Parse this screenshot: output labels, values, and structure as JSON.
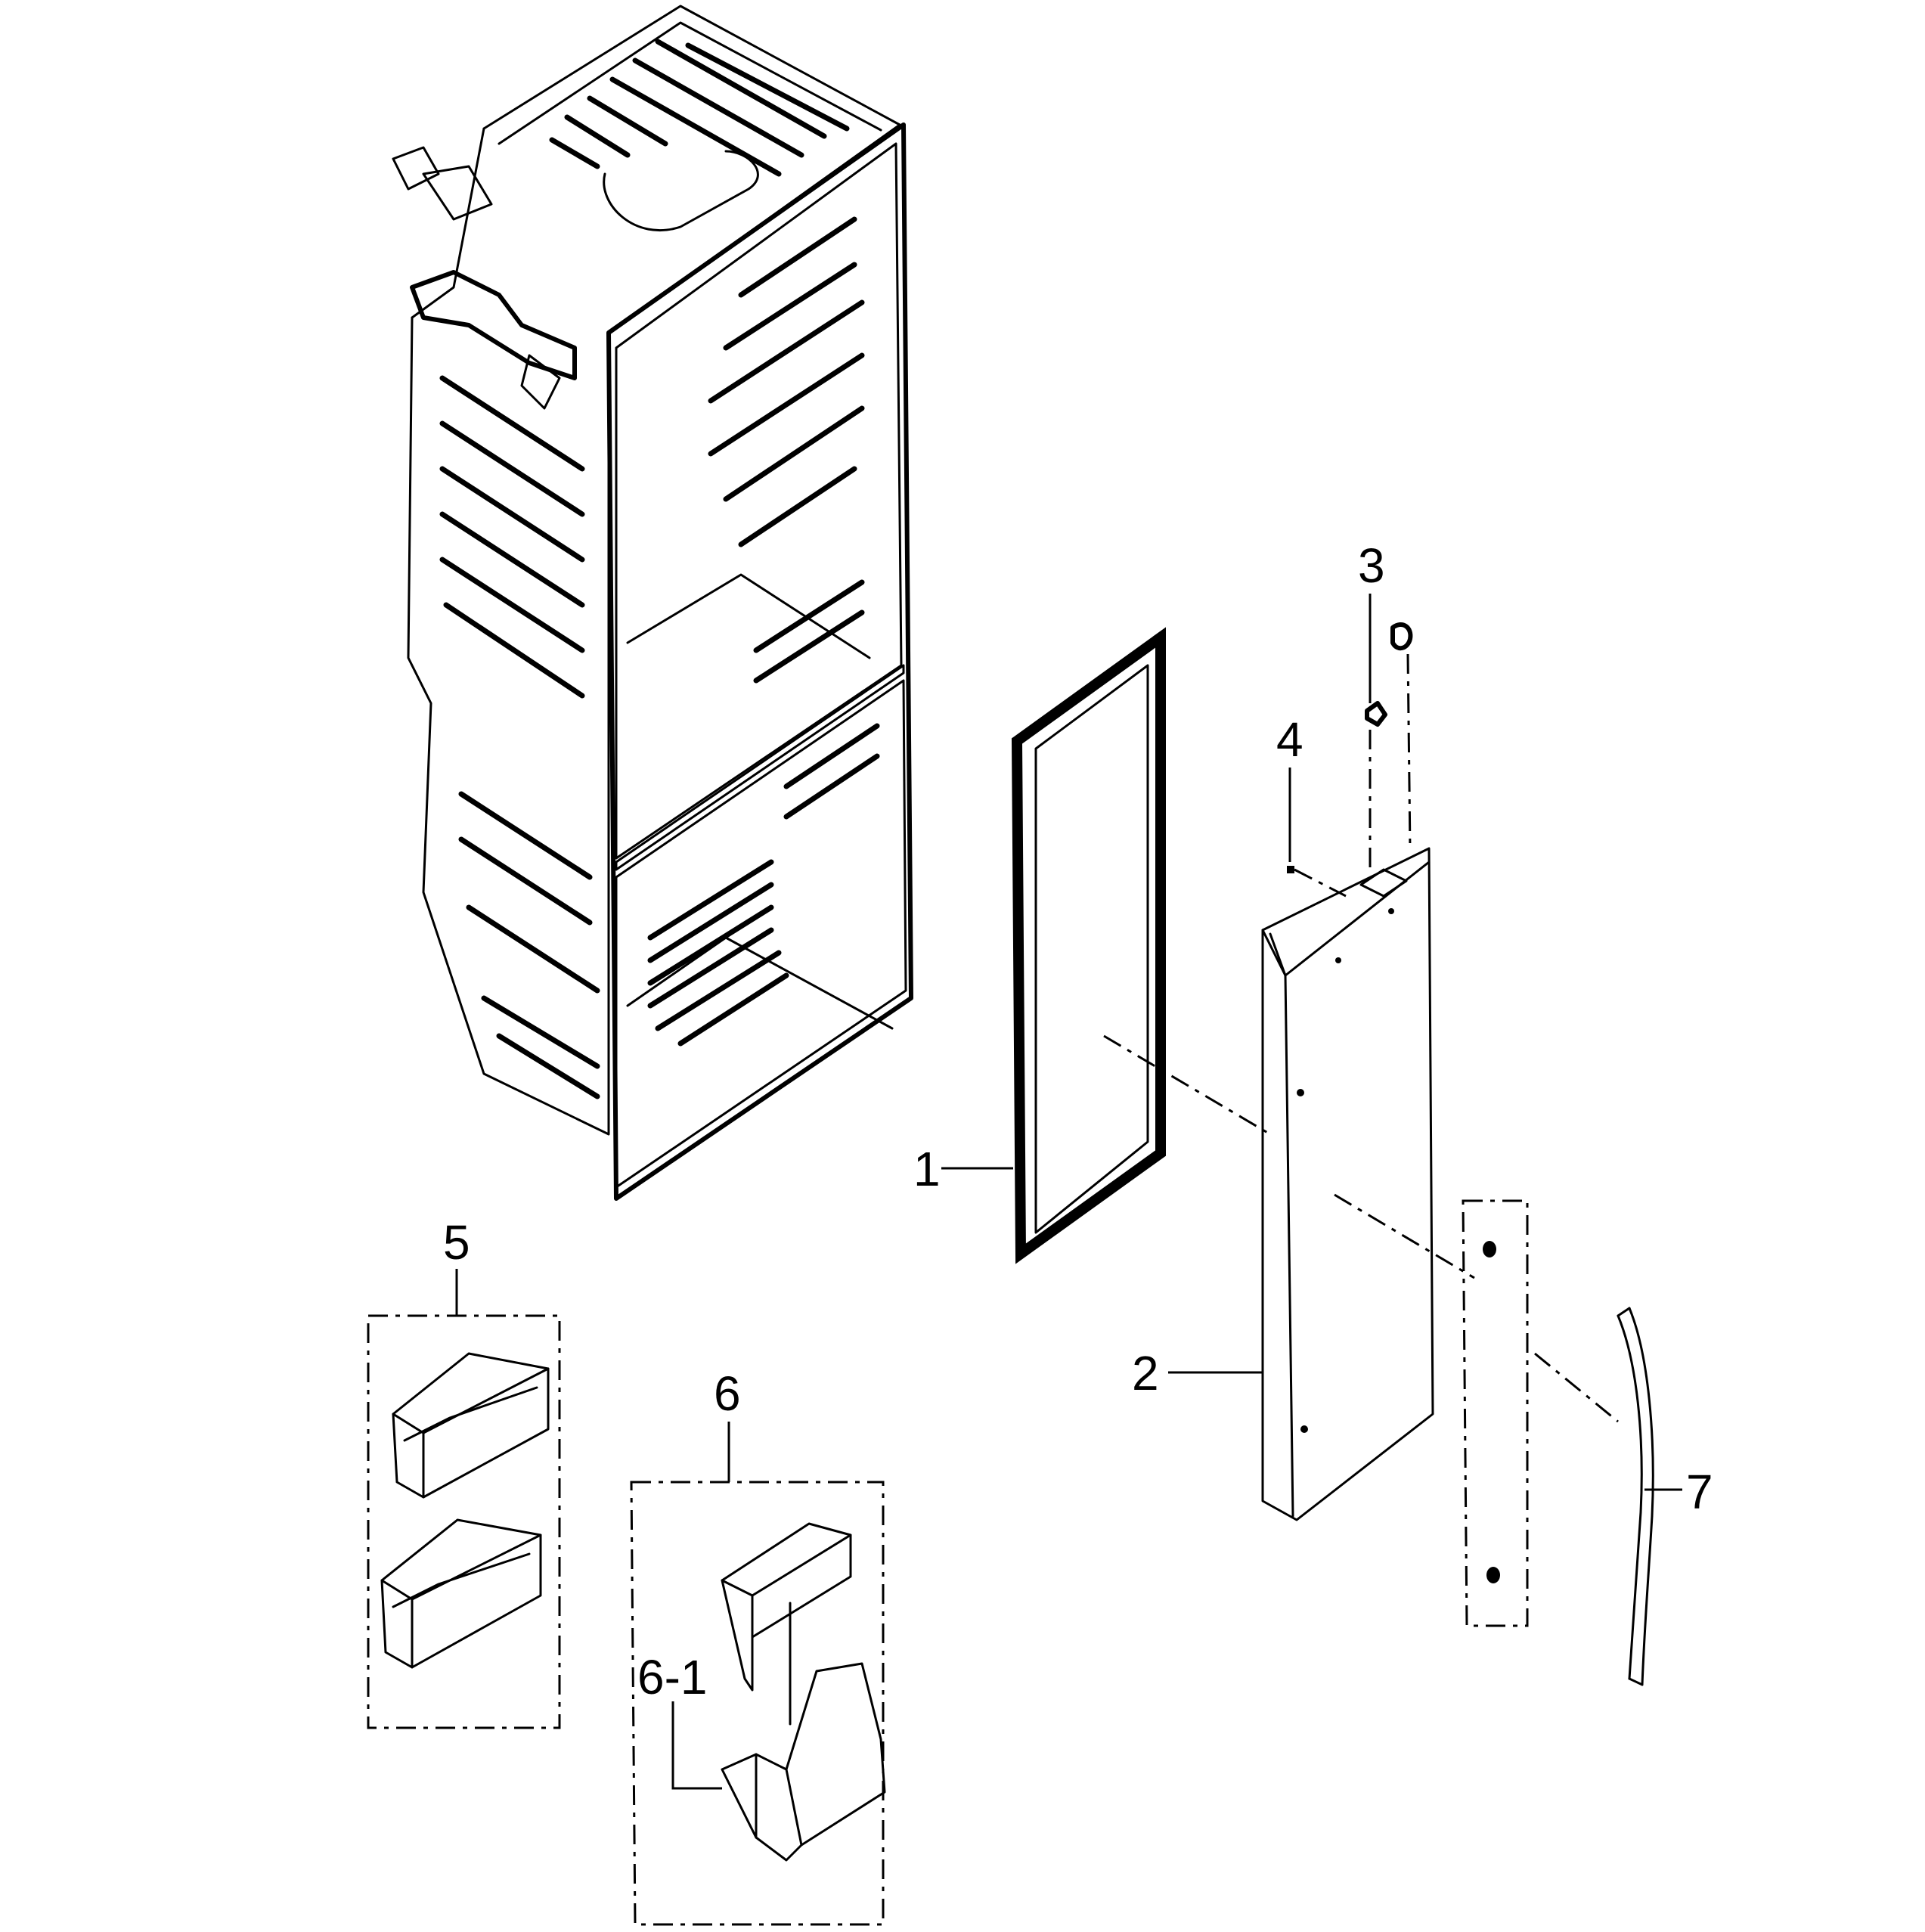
{
  "callouts": {
    "c1": "1",
    "c2": "2",
    "c3": "3",
    "c4": "4",
    "c5": "5",
    "c6": "6",
    "c6_1": "6-1",
    "c7": "7"
  },
  "colors": {
    "ink": "#000000",
    "paper": "#ffffff"
  }
}
